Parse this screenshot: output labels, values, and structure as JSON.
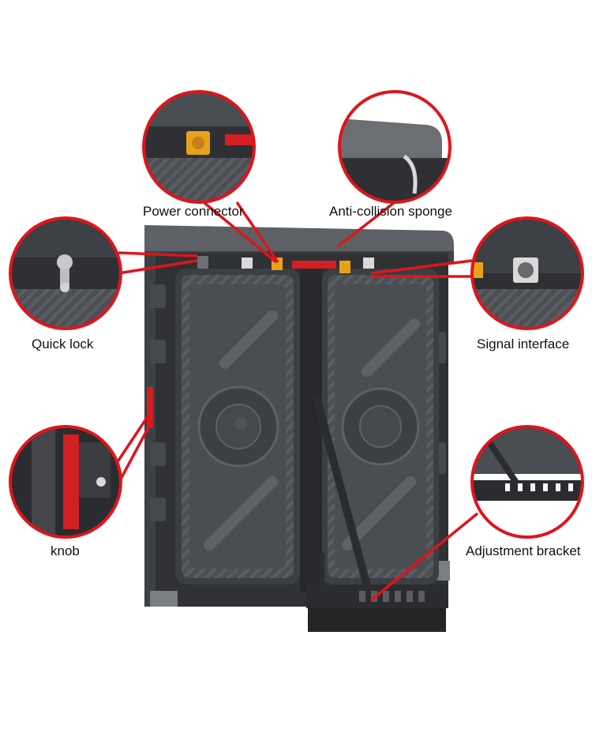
{
  "callouts": [
    {
      "id": "power-connector",
      "label": "Power connector"
    },
    {
      "id": "anti-collision-sponge",
      "label": "Anti-collision sponge"
    },
    {
      "id": "quick-lock",
      "label": "Quick lock"
    },
    {
      "id": "signal-interface",
      "label": "Signal interface"
    },
    {
      "id": "knob",
      "label": "knob"
    },
    {
      "id": "adjustment-bracket",
      "label": "Adjustment bracket"
    }
  ],
  "colors": {
    "callout_ring": "#e0141b",
    "cabinet_dark": "#3a3c40",
    "cabinet_mid": "#55585d",
    "panel": "#4a4d52",
    "connector_orange": "#e8a21a",
    "bracket": "#2b2c2f"
  }
}
